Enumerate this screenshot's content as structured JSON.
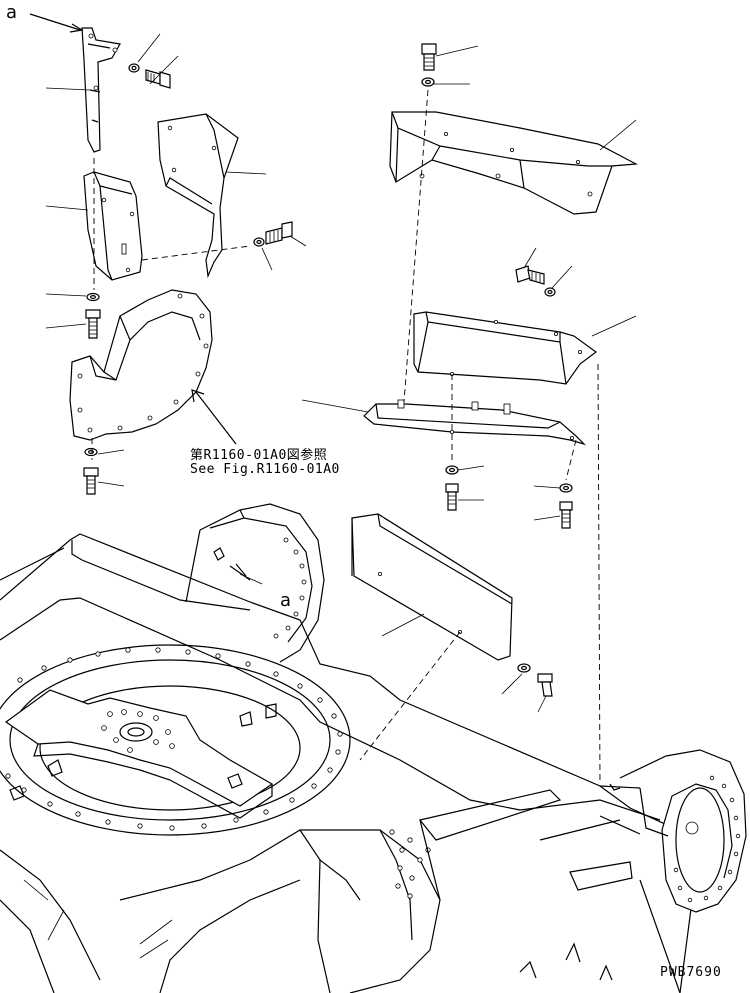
{
  "figure": {
    "reference_jp": "第R1160-01A0図参照",
    "reference_en": "See Fig.R1160-01A0",
    "drawing_code": "PWB7690",
    "view_mark_top": "a",
    "view_mark_frame": "a"
  },
  "parts": [
    {
      "name": "left-upper-cover-plate"
    },
    {
      "name": "left-middle-cover"
    },
    {
      "name": "left-side-cover"
    },
    {
      "name": "left-lower-bracket"
    },
    {
      "name": "right-upper-cover"
    },
    {
      "name": "right-middle-cover"
    },
    {
      "name": "right-lower-plate"
    },
    {
      "name": "center-cover-plate"
    },
    {
      "name": "revolving-frame"
    }
  ],
  "colors": {
    "line": "#000000",
    "background": "#ffffff"
  }
}
